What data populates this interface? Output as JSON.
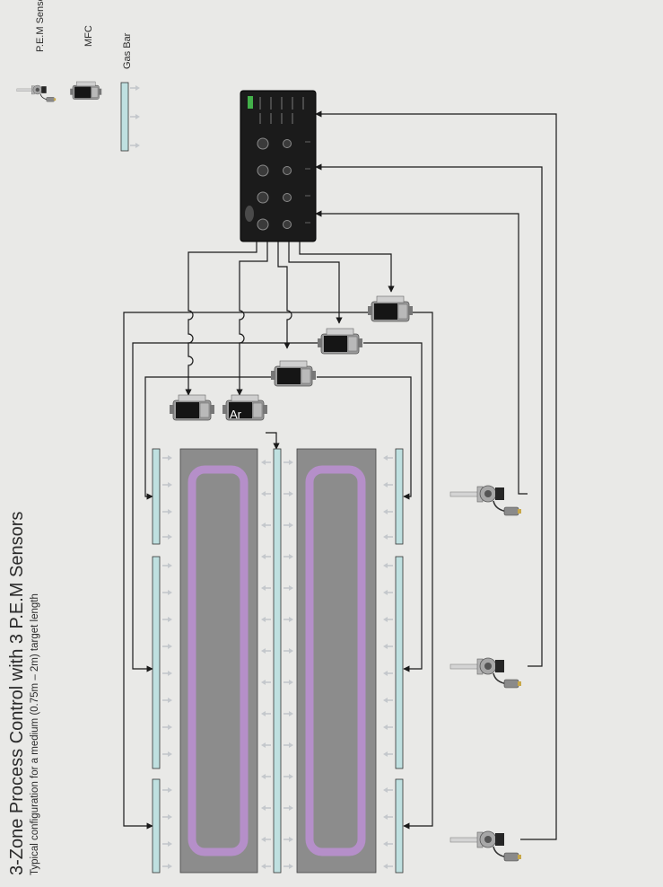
{
  "title": "3-Zone Process Control with 3 P.E.M Sensors",
  "subtitle": "Typical configuration for a medium (0.75m – 2m) target length",
  "legend": {
    "items": [
      {
        "label": "P.E.M Sensor",
        "icon": "pem-sensor-icon"
      },
      {
        "label": "MFC",
        "icon": "mfc-icon"
      },
      {
        "label": "Gas Bar",
        "icon": "gas-bar-icon"
      }
    ]
  },
  "mfc_gas_label": "Ar",
  "colors": {
    "background": "#e9e9e7",
    "gas_bar": "#bfe0e0",
    "target": "#8c8c8c",
    "racetrack": "#b58fc9",
    "controller": "#1b1b1b",
    "line": "#222222",
    "arrow": "#b9bec2"
  }
}
